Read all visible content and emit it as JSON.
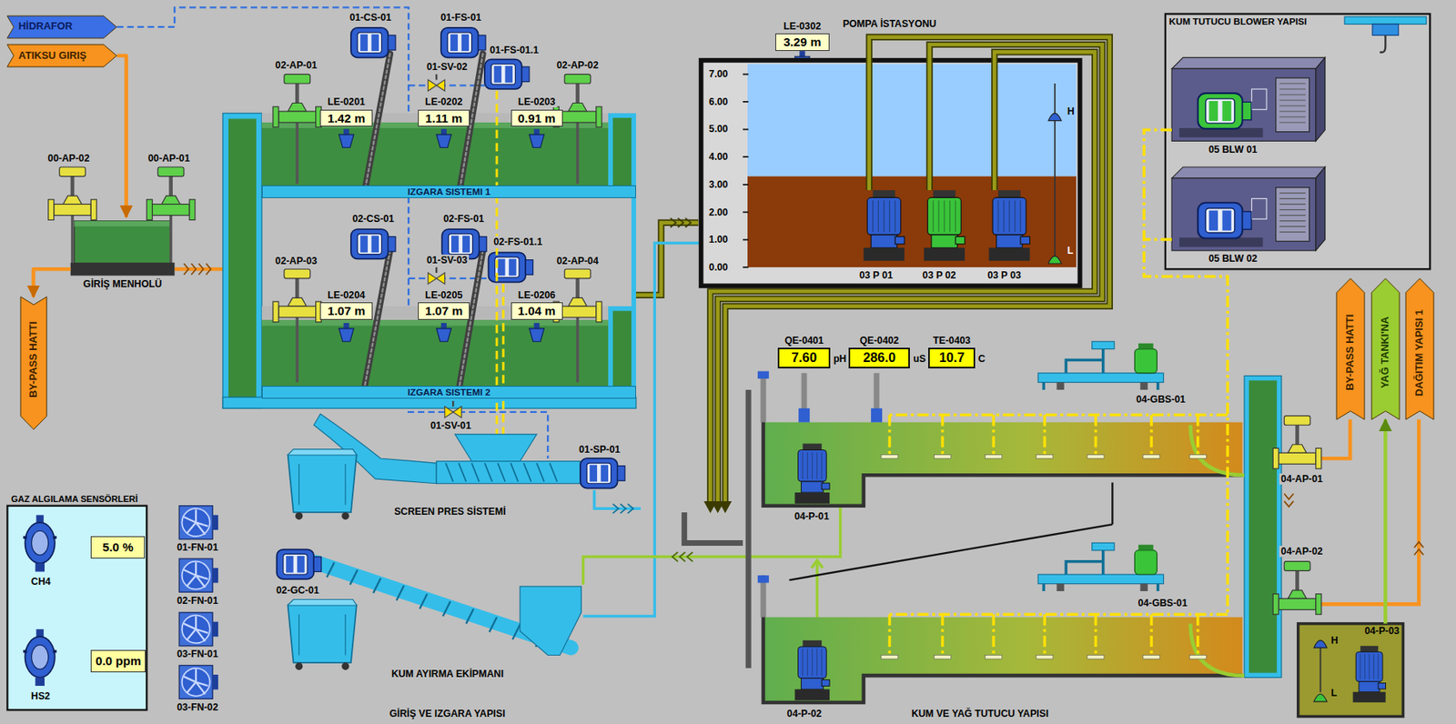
{
  "diagram": {
    "nodes": [
      {
        "text": [
          "HİDRAFOR"
        ]
      },
      {
        "text": [
          "ATIKSU GIRIŞ"
        ]
      },
      {
        "text": [
          "LE-0201",
          "1.42 m"
        ]
      },
      {
        "text": [
          "LE-0202",
          "1.11 m"
        ]
      },
      {
        "text": [
          "LE-0203",
          "0.91 m"
        ]
      },
      {
        "text": [
          "POMPA İSTASYONU"
        ]
      },
      {
        "text": [
          "LE-0302",
          "3.29 m"
        ],
        "in": 5
      },
      {
        "text": [
          "KUM TUTUCU BLOWER YAPISI"
        ]
      },
      {
        "text": [
          "GİRİŞ MENHOLÜ"
        ]
      },
      {
        "text": [
          "IZGARA SISTEMI 1"
        ]
      },
      {
        "text": [
          "LE-0204",
          "1.07 m"
        ]
      },
      {
        "text": [
          "LE-0205",
          "1.07 m"
        ]
      },
      {
        "text": [
          "LE-0206",
          "1.04 m"
        ]
      },
      {
        "text": [
          "BY-PASS HATTI"
        ]
      },
      {
        "text": [
          "QE-0401",
          "7.60"
        ]
      },
      {
        "text": [
          "QE-0402",
          "286.0"
        ]
      },
      {
        "text": [
          "TE-0403",
          "10.7"
        ]
      },
      {
        "text": [
          "BY-PASS HATTI"
        ]
      },
      {
        "text": [
          "YAĞ TANKI'NA"
        ]
      },
      {
        "text": [
          "DAĞITIM YAPISI 1"
        ]
      },
      {
        "text": [
          "IZGARA SISTEMI 2"
        ]
      },
      {
        "text": [
          "GAZ ALGILAMA SENSÖRLERİ"
        ]
      },
      {
        "text": [
          "5.0 %"
        ],
        "in": 21
      },
      {
        "text": [
          "0.0 ppm"
        ],
        "in": 21
      },
      {
        "text": [
          "04-P-03"
        ]
      }
    ],
    "edges": [
      {
        "from": 1,
        "to": 8,
        "arrow": "to"
      },
      {
        "from": 8,
        "to": 13,
        "arrow": "to"
      },
      {
        "from": 24,
        "to": 18,
        "arrow": "to"
      }
    ],
    "labels": [
      "01-CS-01",
      "01-FS-01",
      "02-AP-01",
      "01-SV-02",
      "01-FS-01.1",
      "02-AP-02",
      "00-AP-02",
      "00-AP-01",
      "02-CS-01",
      "02-FS-01",
      "02-AP-03",
      "01-SV-03",
      "02-FS-01.1",
      "02-AP-04",
      "01-SV-01",
      "01-SP-01",
      "SCREEN PRES SİSTEMİ",
      "02-GC-01",
      "KUM AYIRMA EKİPMANI",
      "GİRİŞ VE IZGARA YAPISI",
      "CH4",
      "HS2",
      "01-FN-01",
      "02-FN-01",
      "03-FN-01",
      "03-FN-02",
      "7.00",
      "6.00",
      "5.00",
      "4.00",
      "3.00",
      "2.00",
      "1.00",
      "0.00",
      "H",
      "L",
      "03 P 01",
      "03 P 02",
      "03 P 03",
      "05 BLW 01",
      "05 BLW 02",
      "pH",
      "uS",
      "C",
      "04-GBS-01",
      "04-GBS-01",
      "04-AP-01",
      "04-AP-02",
      "04-P-01",
      "04-P-02",
      "KUM VE YAĞ TUTUCU YAPISI",
      "H",
      "L"
    ]
  }
}
